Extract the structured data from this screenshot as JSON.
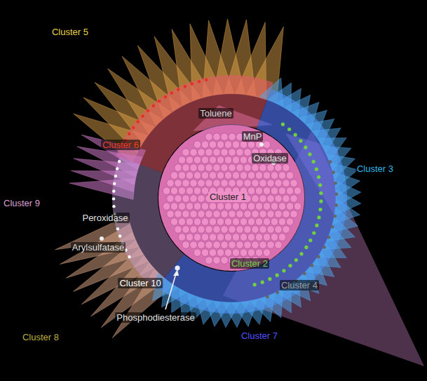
{
  "diagram": {
    "labels": [
      "Cluster 5",
      "Toluene",
      "Cluster 6",
      "MnP",
      "Oxidase",
      "Cluster 3",
      "Cluster 9",
      "Cluster 1",
      "Peroxidase",
      "Arylsulfatase",
      "Cluster 2",
      "Cluster 10",
      "Cluster 4",
      "Phosphodiesterase",
      "Cluster 8",
      "Cluster 7"
    ]
  }
}
